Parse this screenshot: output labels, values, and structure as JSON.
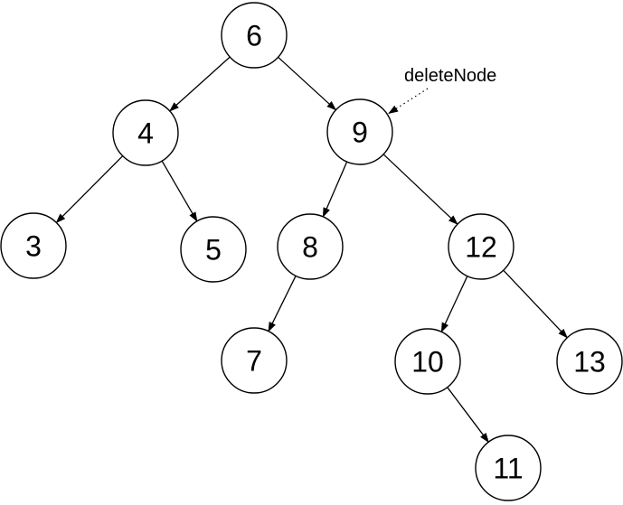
{
  "diagram": {
    "kind": "binary-tree",
    "nodes": [
      {
        "label": "6"
      },
      {
        "label": "4"
      },
      {
        "label": "9"
      },
      {
        "label": "3"
      },
      {
        "label": "5"
      },
      {
        "label": "8"
      },
      {
        "label": "12"
      },
      {
        "label": "7"
      },
      {
        "label": "10"
      },
      {
        "label": "13"
      },
      {
        "label": "11"
      }
    ],
    "edges": [
      {
        "from": "6",
        "to": "4"
      },
      {
        "from": "6",
        "to": "9"
      },
      {
        "from": "4",
        "to": "3"
      },
      {
        "from": "4",
        "to": "5"
      },
      {
        "from": "9",
        "to": "8"
      },
      {
        "from": "9",
        "to": "12"
      },
      {
        "from": "8",
        "to": "7"
      },
      {
        "from": "12",
        "to": "10"
      },
      {
        "from": "12",
        "to": "13"
      },
      {
        "from": "10",
        "to": "11"
      }
    ],
    "annotation": {
      "label": "deleteNode",
      "target": "9"
    },
    "colors": {
      "stroke": "#000000",
      "background": "#ffffff",
      "text": "#000000"
    }
  }
}
